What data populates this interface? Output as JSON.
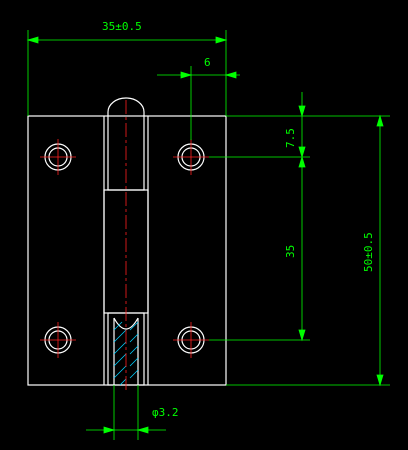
{
  "colors": {
    "background": "#000000",
    "outline": "#ffffff",
    "dimension": "#00ff00",
    "centerline": "#ff2020",
    "hatch": "#00cfff"
  },
  "dimensions": {
    "overall_width": "35±0.5",
    "leaf_offset": "6",
    "hole_edge_offset": "7.5",
    "hole_spacing": "35",
    "overall_height": "50±0.5",
    "pin_diameter": "φ3.2"
  }
}
